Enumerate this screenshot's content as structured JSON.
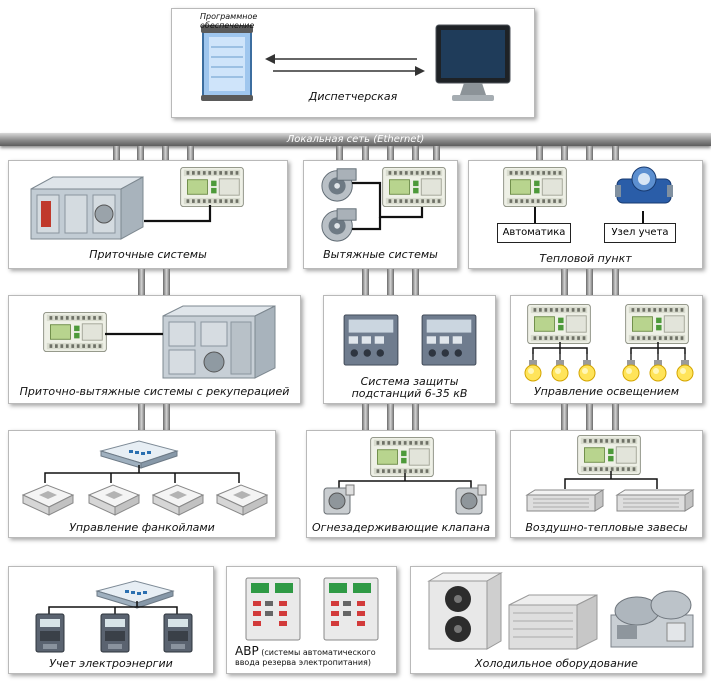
{
  "top": {
    "software_label": "Программное\nобеспечение",
    "dispatch_label": "Диспетчерская"
  },
  "network": {
    "label": "Локальная сеть (Ethernet)"
  },
  "row1": {
    "supply": "Приточные системы",
    "exhaust": "Вытяжные системы",
    "heat": {
      "automation": "Автоматика",
      "meter": "Узел учета",
      "label": "Тепловой пункт"
    }
  },
  "row2": {
    "recuperation": "Приточно-вытяжные системы с рекуперацией",
    "substation": "Система защиты\nподстанций 6-35 кВ",
    "lighting": "Управление освещением"
  },
  "row3": {
    "fancoil": "Управление фанкойлами",
    "firevalves": "Огнезадерживающие клапана",
    "curtains": "Воздушно-тепловые завесы"
  },
  "row4": {
    "energy": "Учет электроэнергии",
    "avr_title": "АВР",
    "avr_desc": " (системы автоматического ввода резерва электропитания)",
    "cooling": "Холодильное оборудование"
  }
}
